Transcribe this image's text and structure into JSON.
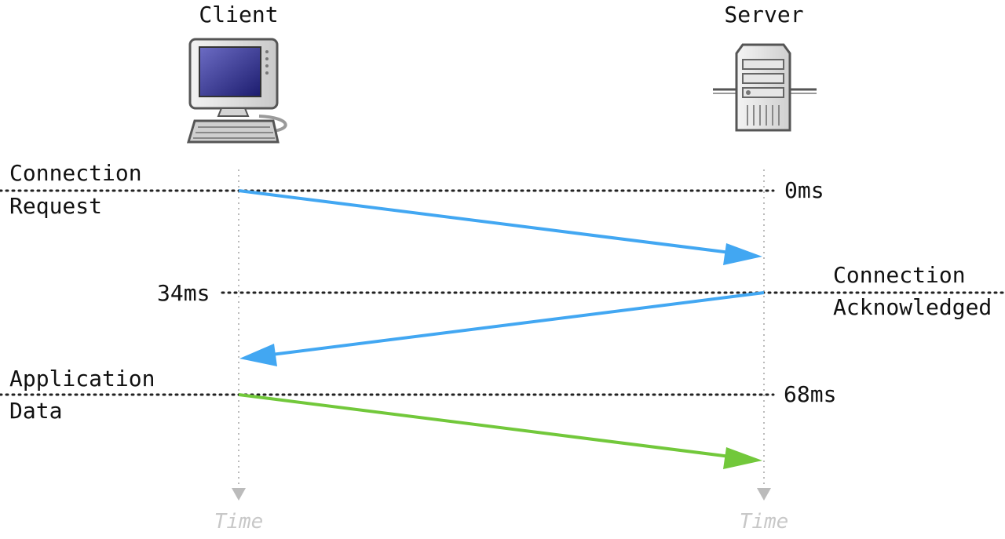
{
  "endpoints": {
    "client": {
      "label": "Client",
      "icon": "desktop-computer-icon"
    },
    "server": {
      "label": "Server",
      "icon": "server-tower-icon"
    }
  },
  "timelines": {
    "time_label": "Time",
    "axis_color": "#bbbbbb",
    "time_label_color": "#c8c8c8"
  },
  "events": [
    {
      "label_lines": [
        "Connection",
        "Request"
      ],
      "time_label": "0ms",
      "time_ms": 0
    },
    {
      "label_lines": [
        "Connection",
        "Acknowledged"
      ],
      "time_label": "34ms",
      "time_ms": 34
    },
    {
      "label_lines": [
        "Application",
        "Data"
      ],
      "time_label": "68ms",
      "time_ms": 68
    }
  ],
  "messages": [
    {
      "from": "client",
      "to": "server",
      "color": "#42a7f2"
    },
    {
      "from": "server",
      "to": "client",
      "color": "#42a7f2"
    },
    {
      "from": "client",
      "to": "server",
      "color": "#72c83b"
    }
  ]
}
